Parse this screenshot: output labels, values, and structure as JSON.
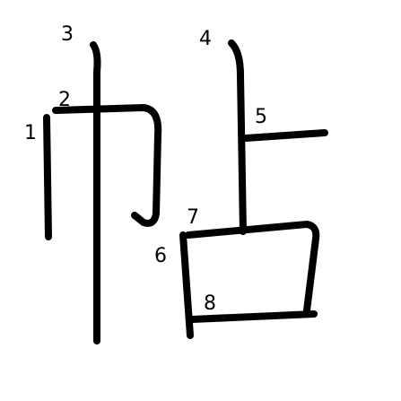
{
  "character": "帖",
  "stroke_color": "#000000",
  "background_color": "#ffffff",
  "strokes": [
    {
      "order": "1"
    },
    {
      "order": "2"
    },
    {
      "order": "3"
    },
    {
      "order": "4"
    },
    {
      "order": "5"
    },
    {
      "order": "6"
    },
    {
      "order": "7"
    },
    {
      "order": "8"
    }
  ]
}
